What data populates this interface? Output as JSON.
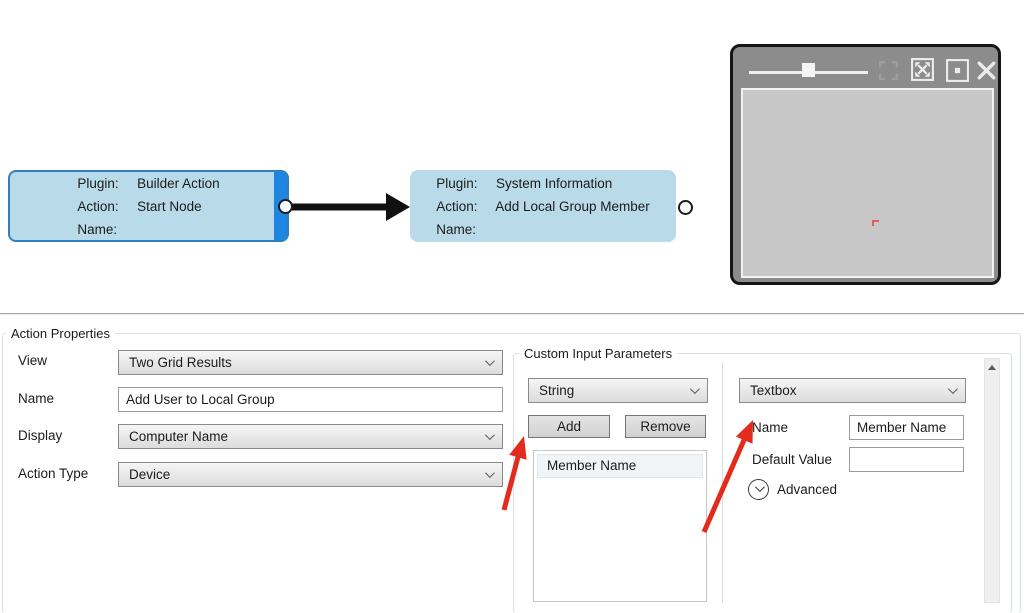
{
  "colors": {
    "node_fill": "#b9dbe9",
    "node_border": "#2f80c3",
    "node_accent": "#1e86e0",
    "arrow_red": "#e22a1d",
    "connector_black": "#111111"
  },
  "canvas": {
    "nodes": [
      {
        "rows": [
          {
            "label": "Plugin:",
            "value": "Builder Action"
          },
          {
            "label": "Action:",
            "value": "Start Node"
          },
          {
            "label": "Name:",
            "value": ""
          }
        ]
      },
      {
        "rows": [
          {
            "label": "Plugin:",
            "value": "System Information"
          },
          {
            "label": "Action:",
            "value": "Add Local Group Member"
          },
          {
            "label": "Name:",
            "value": ""
          }
        ]
      }
    ]
  },
  "minimap": {
    "icons": [
      "zoom-slider",
      "fit-to-screen-icon",
      "expand-icon",
      "center-view-icon",
      "close-icon"
    ]
  },
  "properties": {
    "title": "Action Properties",
    "fields": [
      {
        "label": "View",
        "value": "Two Grid Results",
        "type": "combo"
      },
      {
        "label": "Name",
        "value": "Add User to Local Group",
        "type": "text"
      },
      {
        "label": "Display",
        "value": "Computer Name",
        "type": "combo"
      },
      {
        "label": "Action Type",
        "value": "Device",
        "type": "combo"
      }
    ],
    "custom": {
      "title": "Custom Input Parameters",
      "type_combo_value": "String",
      "add_label": "Add",
      "remove_label": "Remove",
      "list": [
        "Member Name"
      ],
      "control_combo_value": "Textbox",
      "name_label": "Name",
      "name_value": "Member Name",
      "default_label": "Default Value",
      "default_value": "",
      "advanced_label": "Advanced"
    }
  }
}
